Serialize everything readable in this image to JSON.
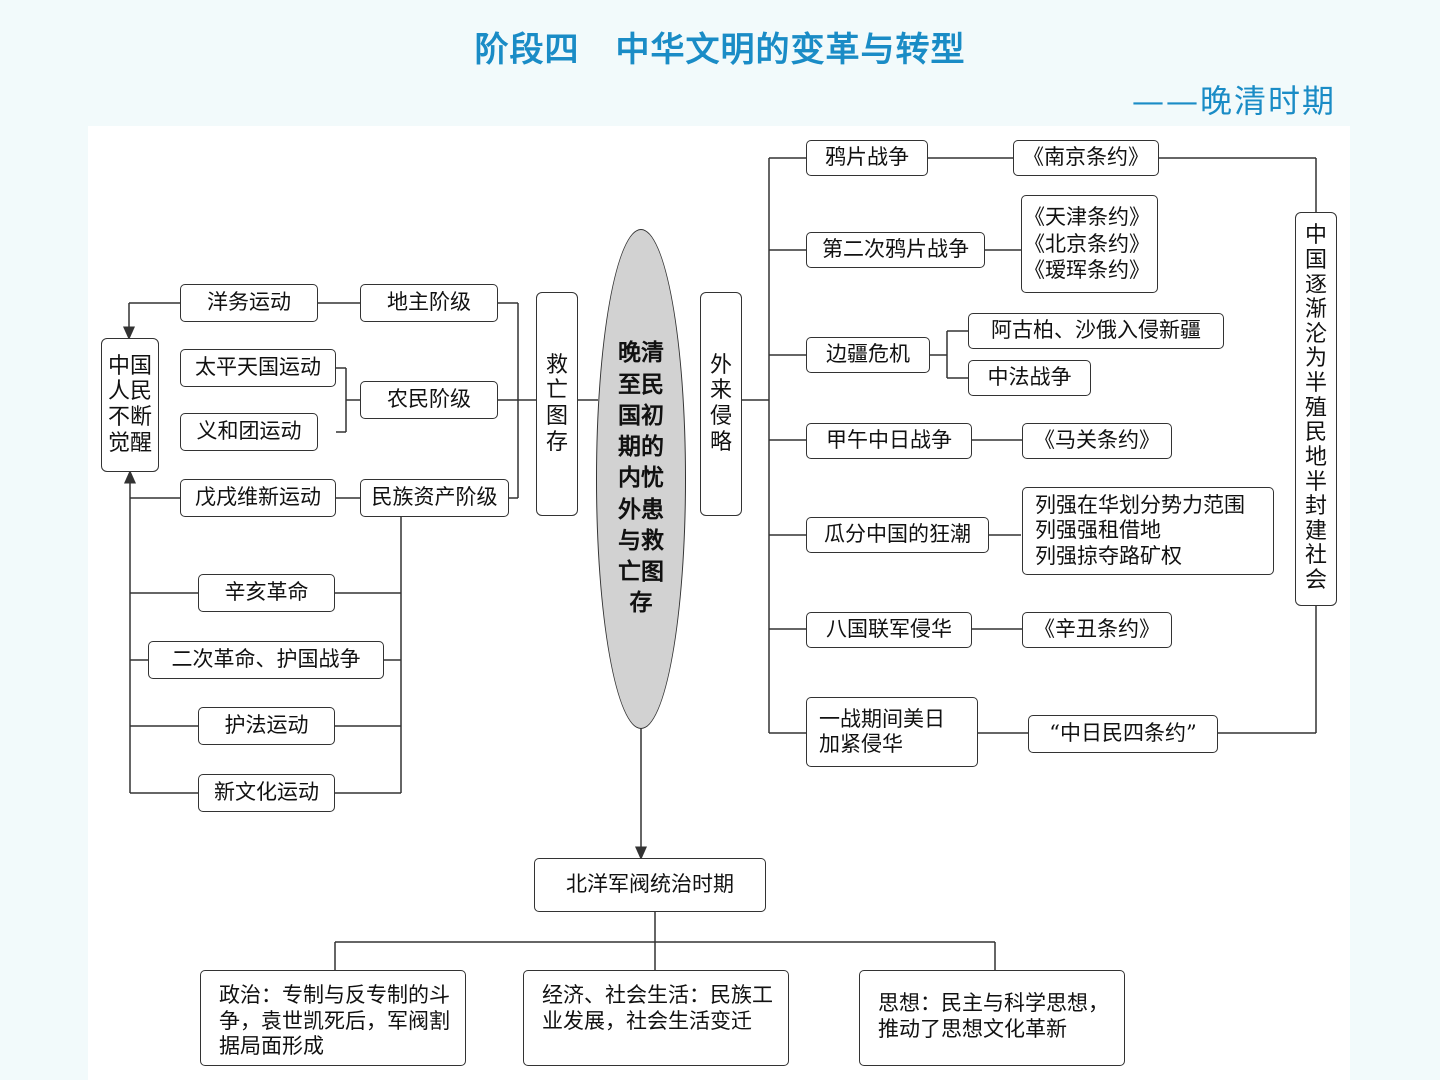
{
  "header": {
    "stage": "阶段四",
    "topic": "中华文明的变革与转型",
    "period": "——晚清时期"
  },
  "center": {
    "main": "晚清至民国初期的内忧外患与救亡图存",
    "jiuwang": "救亡图存",
    "wailai": "外来侵略"
  },
  "left": {
    "awakening": "中国人民不断觉醒",
    "classes": {
      "landlord": "地主阶级",
      "peasant": "农民阶级",
      "bourgeois": "民族资产阶级"
    },
    "movements": {
      "yangwu": "洋务运动",
      "taiping": "太平天国运动",
      "yihetuan": "义和团运动",
      "wuxu": "戊戌维新运动",
      "xinhai": "辛亥革命",
      "erci": "二次革命、护国战争",
      "hufa": "护法运动",
      "xinwenhua": "新文化运动"
    }
  },
  "right": {
    "summary": "中国逐渐沦为半殖民地半封建社会",
    "events": {
      "opium": "鸦片战争",
      "opium2": "第二次鸦片战争",
      "frontier": "边疆危机",
      "jiawu": "甲午中日战争",
      "guafen": "瓜分中国的狂潮",
      "baguo": "八国联军侵华",
      "ww1_l1": "一战期间美日",
      "ww1_l2": "加紧侵华"
    },
    "results": {
      "nanjing": "《南京条约》",
      "tianjin": "《天津条约》",
      "beijing": "《北京条约》",
      "aihui": "《瑷珲条约》",
      "agubo": "阿古柏、沙俄入侵新疆",
      "zhongfa": "中法战争",
      "maguan": "《马关条约》",
      "guafen_l1": "列强在华划分势力范围",
      "guafen_l2": "列强强租借地",
      "guafen_l3": "列强掠夺路矿权",
      "xinchou": "《辛丑条约》",
      "ershiyi": "“中日民四条约”"
    }
  },
  "bottom": {
    "beiyang": "北洋军阀统治时期",
    "politics": "政治：专制与反专制的斗争，袁世凯死后，军阀割据局面形成",
    "economy": "经济、社会生活：民族工业发展，社会生活变迁",
    "thought": "思想：民主与科学思想，推动了思想文化革新"
  }
}
